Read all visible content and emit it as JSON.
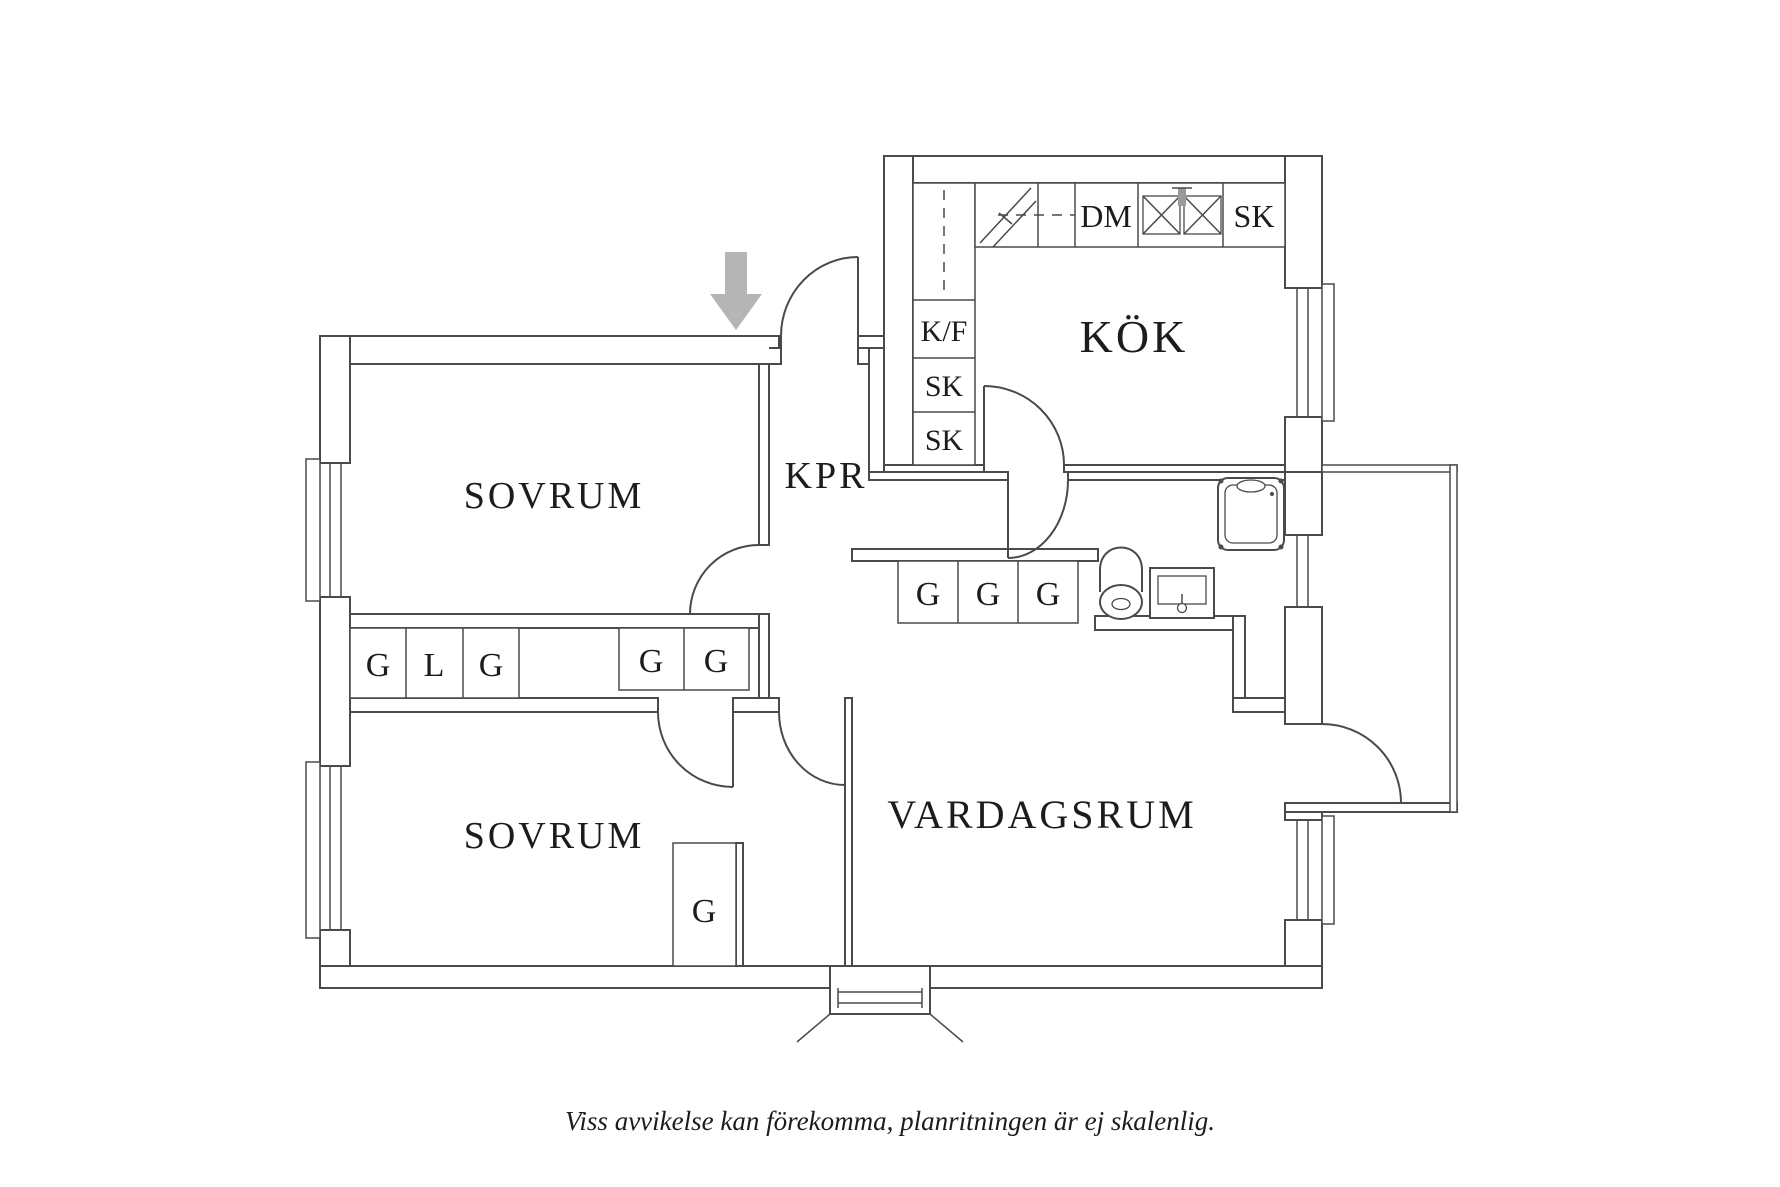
{
  "canvas": {
    "background": "#ffffff",
    "line_color": "#4a4a4a",
    "text_color": "#1c1c1c",
    "entry_arrow_color": "#b5b5b5"
  },
  "rooms": {
    "bedroom_top": "SOVRUM",
    "bedroom_bottom": "SOVRUM",
    "kitchen": "KÖK",
    "hallway": "KPR",
    "living_room": "VARDAGSRUM"
  },
  "kitchen_units": {
    "fridge_freezer": "K/F",
    "tall_cabinet_1": "SK",
    "tall_cabinet_2": "SK",
    "dishwasher": "DM",
    "counter_cabinet": "SK"
  },
  "closets": {
    "row_between_bedrooms": [
      "G",
      "L",
      "G"
    ],
    "row_middle": [
      "G",
      "G"
    ],
    "row_hall": [
      "G",
      "G",
      "G"
    ],
    "bedroom_bottom_single": "G"
  },
  "caption": "Viss avvikelse kan förekomma, planritningen är ej skalenlig."
}
